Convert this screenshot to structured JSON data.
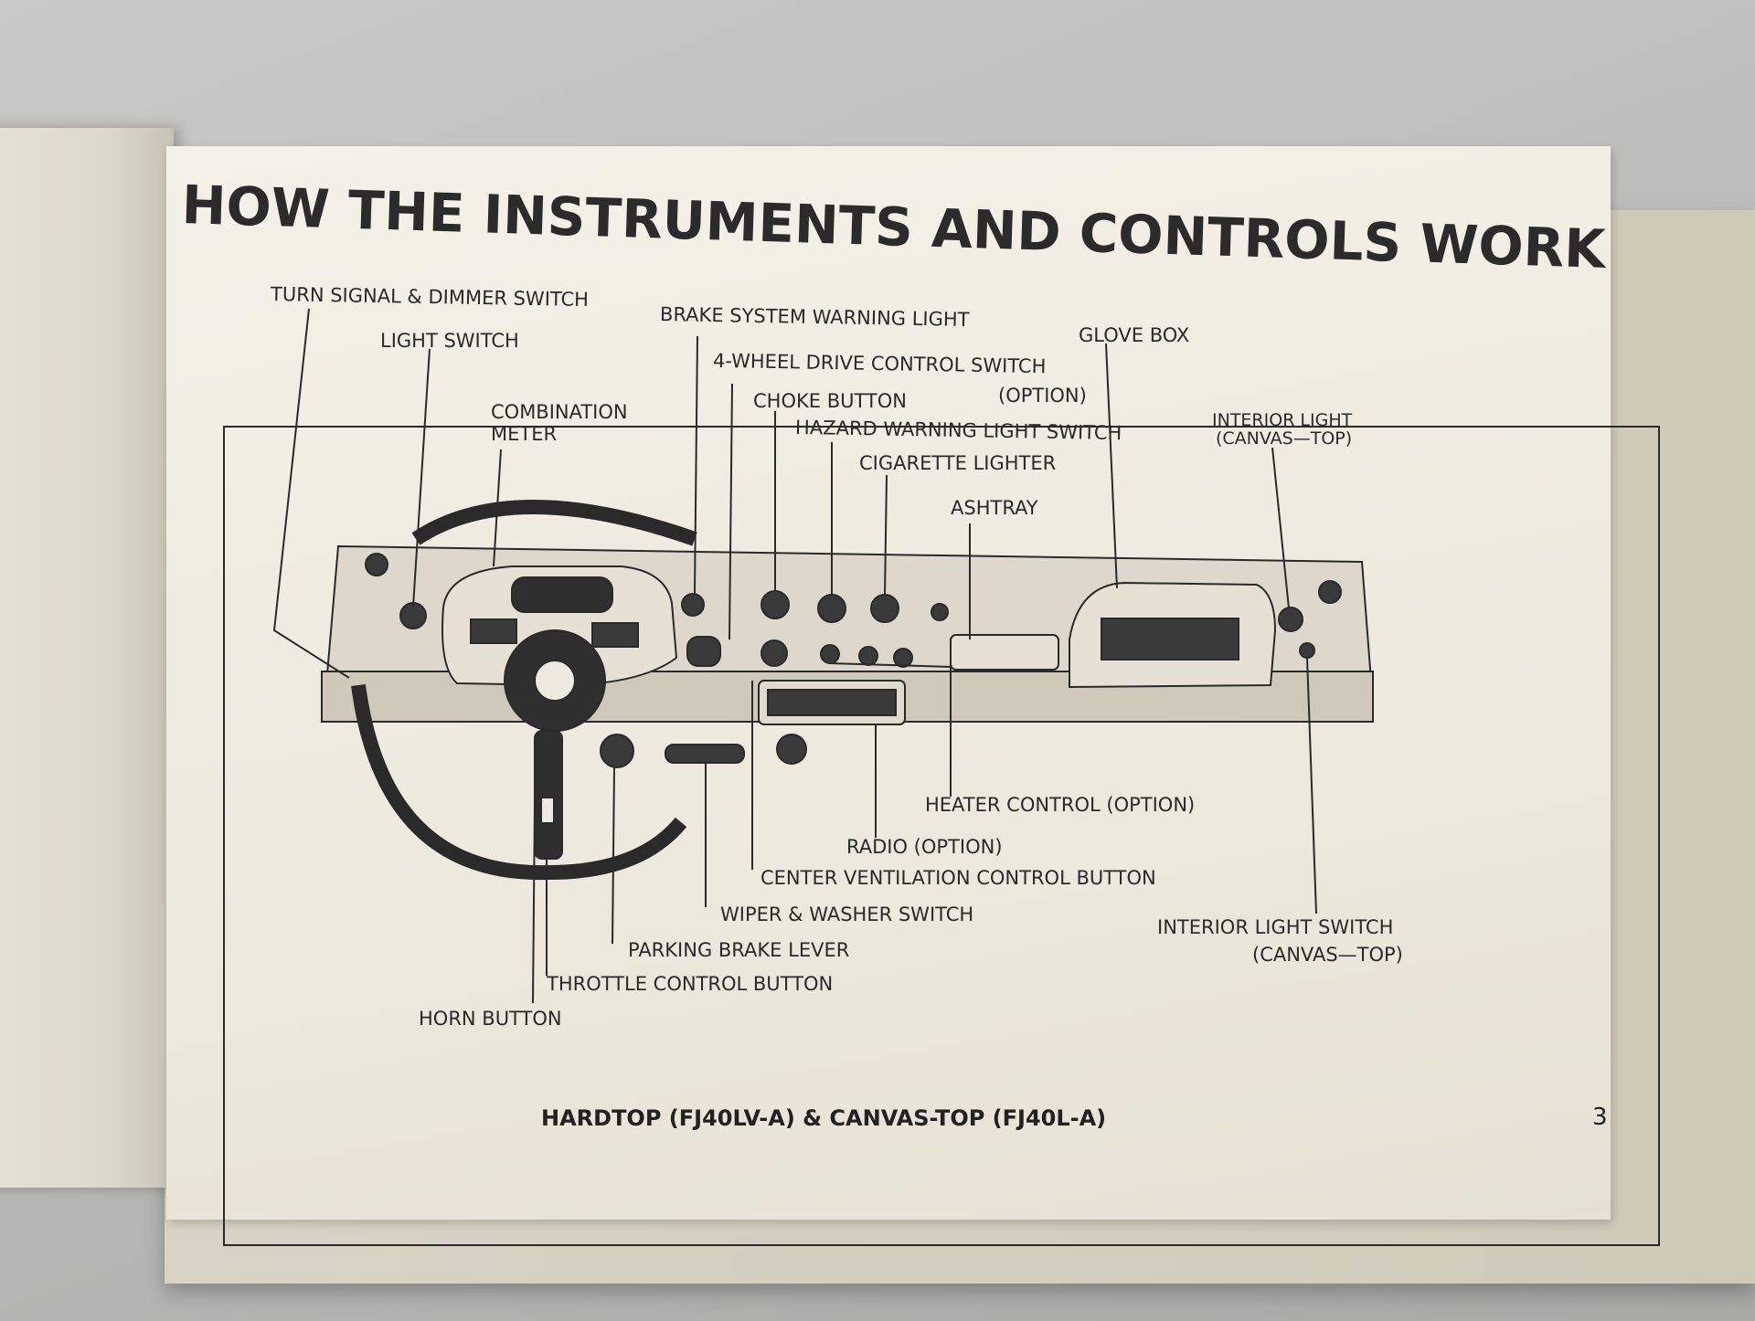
{
  "title": "HOW THE INSTRUMENTS AND CONTROLS WORK",
  "labels": {
    "turn_signal": "TURN SIGNAL & DIMMER SWITCH",
    "light_switch": "LIGHT SWITCH",
    "combination_meter_1": "COMBINATION",
    "combination_meter_2": "METER",
    "brake_warning": "BRAKE SYSTEM WARNING LIGHT",
    "four_wheel_1": "4-WHEEL DRIVE CONTROL SWITCH",
    "four_wheel_2": "(OPTION)",
    "choke": "CHOKE BUTTON",
    "hazard": "HAZARD WARNING LIGHT SWITCH",
    "cigarette": "CIGARETTE LIGHTER",
    "ashtray": "ASHTRAY",
    "glove_box": "GLOVE BOX",
    "interior_light_1": "INTERIOR LIGHT",
    "interior_light_2": "(CANVAS—TOP)",
    "heater": "HEATER CONTROL (OPTION)",
    "radio": "RADIO (OPTION)",
    "center_vent": "CENTER VENTILATION CONTROL BUTTON",
    "wiper": "WIPER & WASHER SWITCH",
    "parking_brake": "PARKING BRAKE LEVER",
    "throttle": "THROTTLE CONTROL BUTTON",
    "horn": "HORN BUTTON",
    "interior_switch_1": "INTERIOR LIGHT SWITCH",
    "interior_switch_2": "(CANVAS—TOP)"
  },
  "caption": "HARDTOP (FJ40LV-A) & CANVAS-TOP (FJ40L-A)",
  "page_number": "3",
  "colors": {
    "ink": "#2a2a2a",
    "paper": "#f1eee4"
  }
}
